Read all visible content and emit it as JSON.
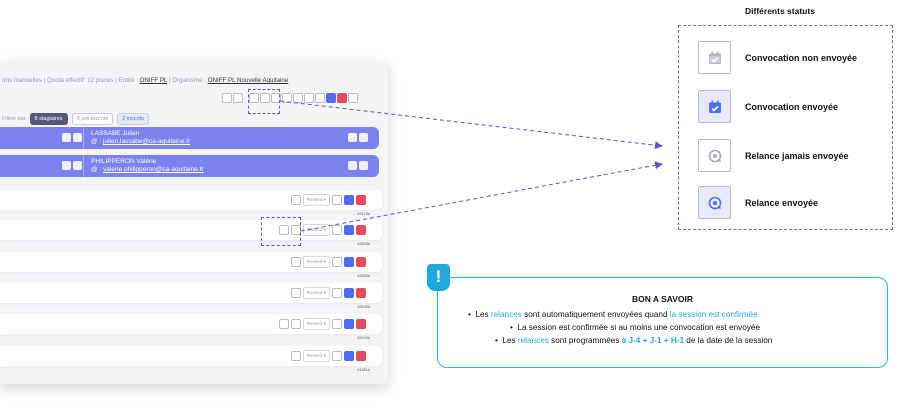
{
  "app": {
    "meta_prefix": "ons manuelles  | Quota effectif: 12 places  | Entité : ",
    "entity": "ONIFF PL",
    "meta_mid": "  | Organisme : ",
    "organisme": "ONIFF PL Nouvelle Aquitaine",
    "filter_label": "Filtrer par",
    "filter_stagiaires": "8 stagiaires",
    "filter_pre": "6 pré-inscrits",
    "filter_inscrits": "2 inscrits",
    "trainees": [
      {
        "name": "LASSABE Julien",
        "email_prefix": "@ : ",
        "email": "julien.lassabe@ca-aquitaine.fr"
      },
      {
        "name": "PHILIPPERON Valérie",
        "email_prefix": "@ : ",
        "email": "valerie.philipperon@ca-aquitaine.fr"
      }
    ],
    "remind_label": "Remind",
    "rows": [
      {
        "code": "#3173#"
      },
      {
        "code": "#2808#"
      },
      {
        "code": "#2809#"
      },
      {
        "code": "#3105#"
      },
      {
        "code": "#2109#"
      },
      {
        "code": "#1861#"
      }
    ]
  },
  "legend": {
    "title": "Différents statuts",
    "items": [
      {
        "label": "Convocation non envoyée",
        "icon": "calendar-check-icon",
        "active": false
      },
      {
        "label": "Convocation envoyée",
        "icon": "calendar-check-icon",
        "active": true
      },
      {
        "label": "Relance jamais envoyée",
        "icon": "reminder-icon",
        "active": false
      },
      {
        "label": "Relance envoyée",
        "icon": "reminder-icon",
        "active": true
      }
    ]
  },
  "info": {
    "icon": "!",
    "title": "BON A SAVOIR",
    "line1_a": "Les ",
    "line1_hl1": "relances",
    "line1_b": " sont automatiquement envoyées quand ",
    "line1_hl2": "la session est confirmée",
    "line2": "La session est confirmée si au moins une convocation est envoyée",
    "line3_a": "Les ",
    "line3_hl1": "relances",
    "line3_b": " sont programmées ",
    "line3_hl2": "à J-4 + J-1 + H-1",
    "line3_c": " de la date de la session"
  },
  "colors": {
    "accent": "#4f6cf2",
    "trainee_bg": "#7c81ef",
    "info_border": "#25b7e8",
    "highlight": "#22a8e0",
    "danger": "#e54b5b",
    "dash": "#5757d0"
  }
}
